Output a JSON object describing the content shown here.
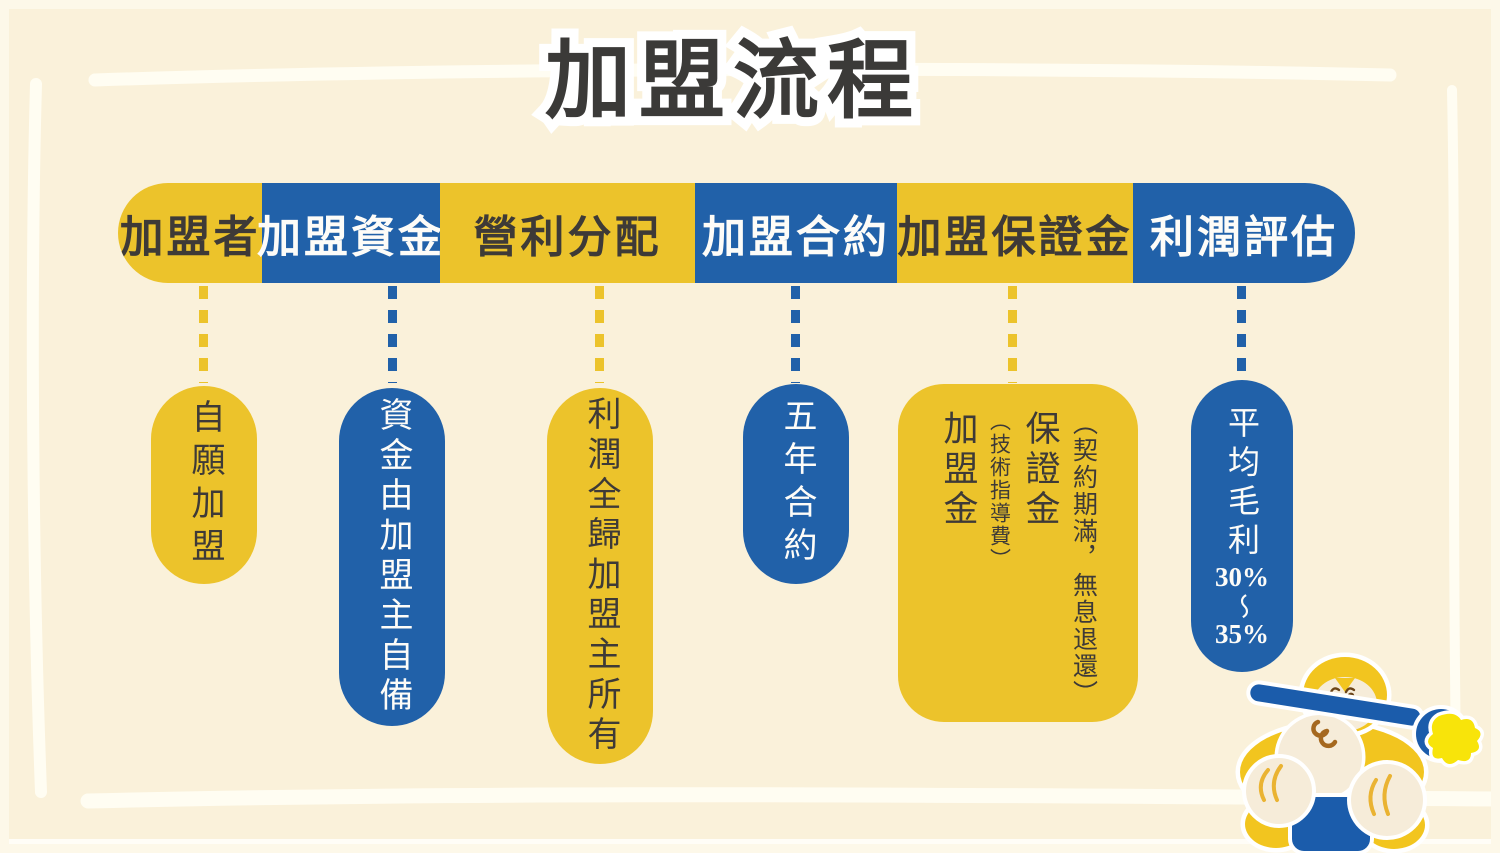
{
  "title": "加盟流程",
  "colors": {
    "background": "#faf1da",
    "yellow": "#ecc32b",
    "blue": "#2161a9",
    "dark_text": "#3e3a37",
    "light_text": "#fdfcf8",
    "frame_stroke": "#fffdf2"
  },
  "steps": [
    {
      "label": "加盟者",
      "color": "yellow",
      "detail": "自願加盟"
    },
    {
      "label": "加盟資金",
      "color": "blue",
      "detail": "資金由加盟主自備"
    },
    {
      "label": "營利分配",
      "color": "yellow",
      "detail": "利潤全歸加盟主所有"
    },
    {
      "label": "加盟合約",
      "color": "blue",
      "detail": "五年合約"
    },
    {
      "label": "加盟保證金",
      "color": "yellow",
      "detail_columns": [
        "加盟金",
        "（技術指導費）",
        "保證金",
        "（契約期滿，無息退還）"
      ]
    },
    {
      "label": "利潤評估",
      "color": "blue",
      "detail_lines": {
        "text": "平均毛利",
        "from": "30%",
        "tilde": "〜",
        "to": "35%"
      }
    }
  ],
  "mascot_icon": "gorilla-painter-mascot-icon"
}
